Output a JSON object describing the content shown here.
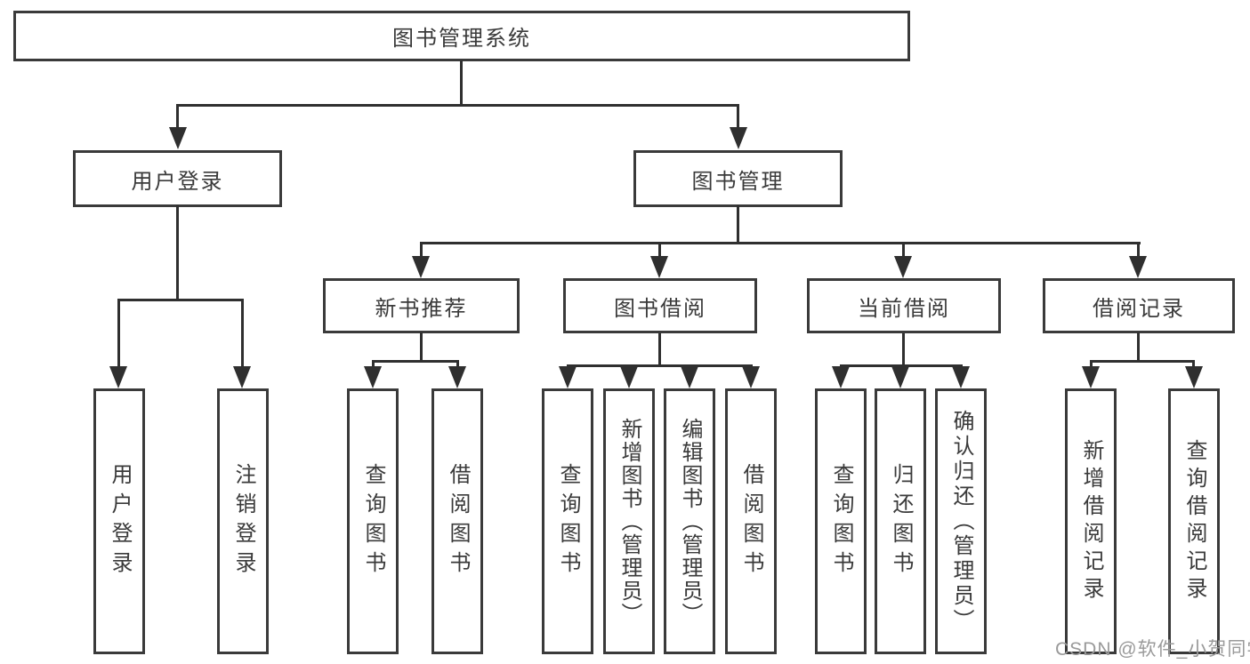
{
  "tree": {
    "label": "图书管理系统",
    "children": [
      {
        "label": "用户登录",
        "children": [
          {
            "label": "用户登录"
          },
          {
            "label": "注销登录"
          }
        ]
      },
      {
        "label": "图书管理",
        "children": [
          {
            "label": "新书推荐",
            "children": [
              {
                "label": "查询图书"
              },
              {
                "label": "借阅图书"
              }
            ]
          },
          {
            "label": "图书借阅",
            "children": [
              {
                "label": "查询图书"
              },
              {
                "label": "新增图书（管理员）"
              },
              {
                "label": "编辑图书（管理员）"
              },
              {
                "label": "借阅图书"
              }
            ]
          },
          {
            "label": "当前借阅",
            "children": [
              {
                "label": "查询图书"
              },
              {
                "label": "归还图书"
              },
              {
                "label": "确认归还（管理员）"
              }
            ]
          },
          {
            "label": "借阅记录",
            "children": [
              {
                "label": "新增借阅记录"
              },
              {
                "label": "查询借阅记录"
              }
            ]
          }
        ]
      }
    ]
  },
  "watermark": {
    "text": "CSDN @软件_小贺同学"
  },
  "colors": {
    "line": "#2f2f2f",
    "box_border": "#3a3a3a",
    "text": "#333333",
    "watermark": "#9a9a9a",
    "background": "#ffffff"
  }
}
